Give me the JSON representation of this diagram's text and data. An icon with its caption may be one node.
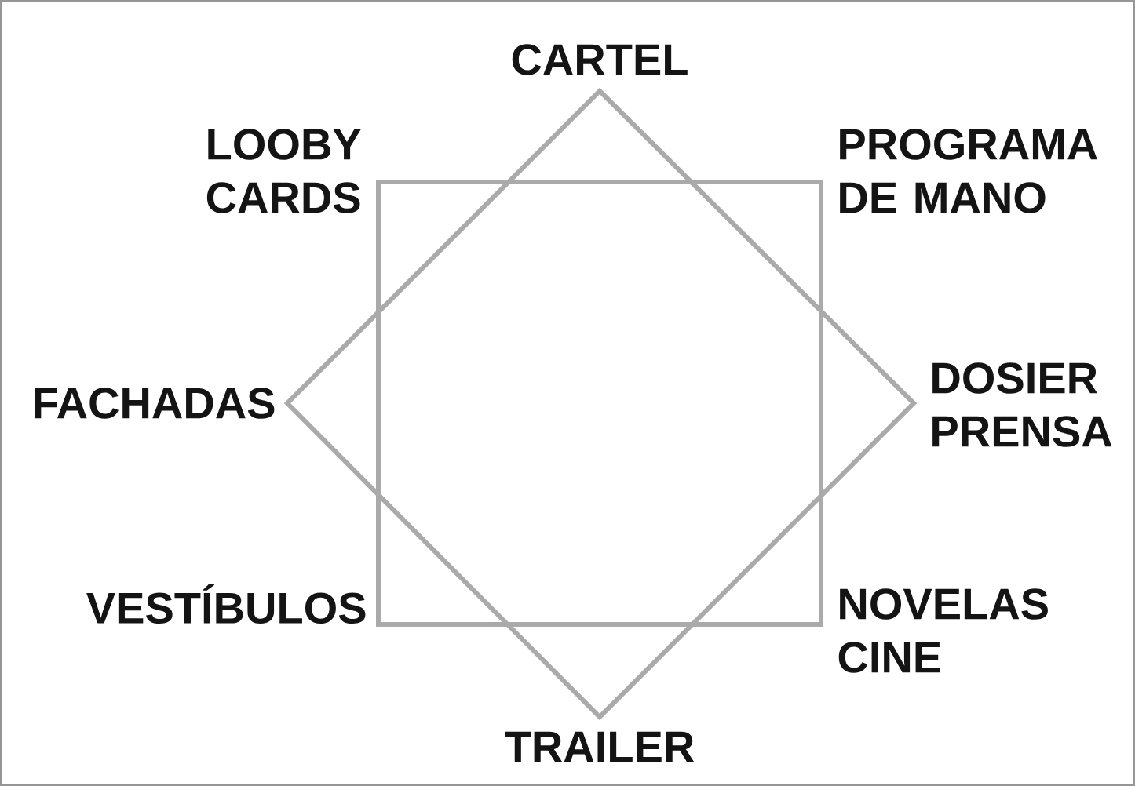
{
  "diagram": {
    "labels": [
      "CARTEL",
      "LOOBY CARDS",
      "PROGRAMA DE MANO",
      "FACHADAS",
      "DOSIER PRENSA",
      "VESTÍBULOS",
      "NOVELAS CINE",
      "TRAILER"
    ]
  }
}
